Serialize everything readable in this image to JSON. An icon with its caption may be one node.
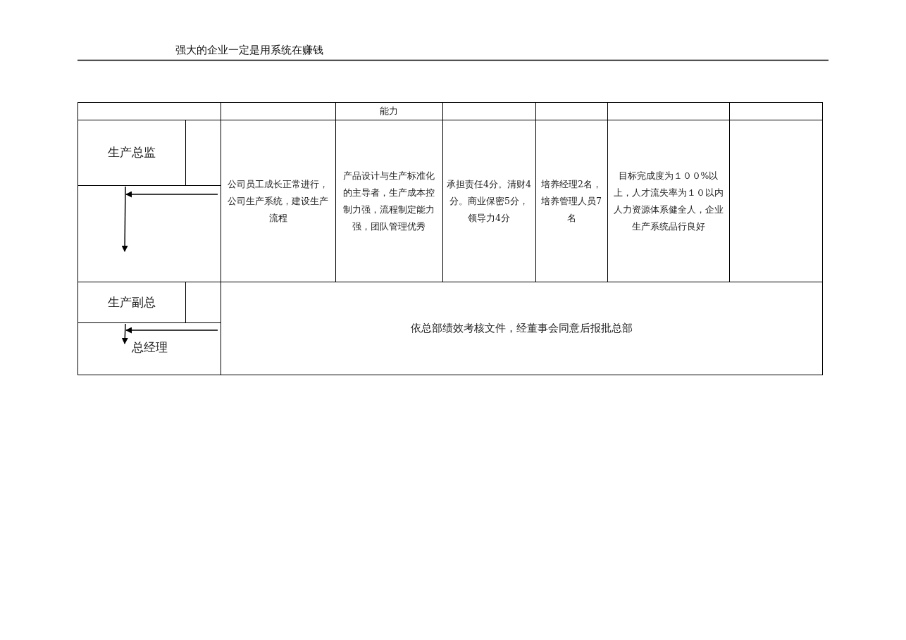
{
  "diagram": {
    "title": "强大的企业一定是用系统在赚钱",
    "labels": [
      "能力",
      "生产总监",
      "公司员工成长正常进行，公司生产系统，建设生产流程",
      "产品设计与生产标准化的主导者，生产成本控制力强，流程制定能力强，团队管理优秀",
      "承担责任4分。清财4分。商业保密5分，领导力4分",
      "培养经理2名，培养管理人员7名",
      "目标完成度为１００%以上，人才流失率为１０以内人力资源体系健全人，企业生产系统品行良好",
      "生产副总",
      "总经理",
      "依总部绩效考核文件，经董事会同意后报批总部"
    ]
  }
}
